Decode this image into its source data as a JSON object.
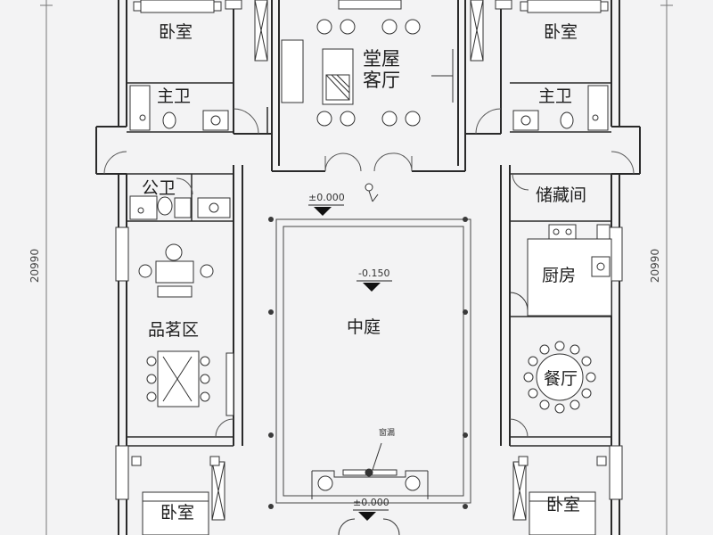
{
  "rooms": {
    "bedroom_tl": "卧室",
    "bedroom_tr": "卧室",
    "bedroom_bl": "卧室",
    "bedroom_br": "卧室",
    "master_bath_l": "主卫",
    "master_bath_r": "主卫",
    "public_bath": "公卫",
    "main_hall": "堂屋\n客厅",
    "storage": "储藏间",
    "kitchen": "厨房",
    "tea_area": "品茗区",
    "courtyard": "中庭",
    "dining": "餐厅"
  },
  "levels": {
    "top": "±0.000",
    "courtyard": "-0.150",
    "bottom": "±0.000"
  },
  "annotations": {
    "window": "窗漏"
  },
  "dimensions": {
    "left": "20990",
    "right": "20990"
  },
  "colors": {
    "background": "#f3f3f4",
    "wall": "#2a2a2a",
    "thin": "#555555",
    "fill": "#ffffff"
  }
}
